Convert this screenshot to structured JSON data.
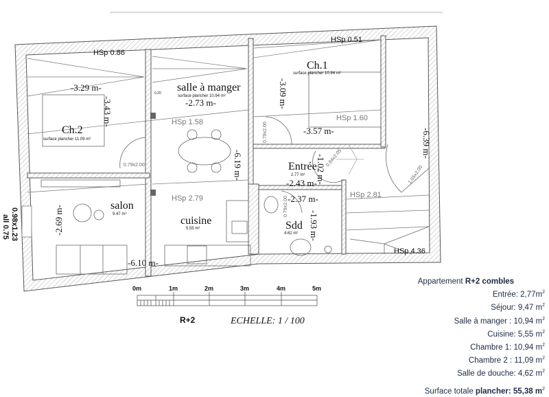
{
  "plan": {
    "rooms": {
      "ch2": {
        "name": "Ch.2",
        "surface": "surface plancher 11.09 m²"
      },
      "salle": {
        "name": "salle à manger",
        "surface": "surface plancher 10.94 m²"
      },
      "ch1": {
        "name": "Ch.1",
        "surface": "surface plancher 10.94 m²"
      },
      "entree": {
        "name": "Entrée",
        "surface": "2.77 m²"
      },
      "salon": {
        "name": "salon",
        "surface": "9.47 m²"
      },
      "cuisine": {
        "name": "cuisine",
        "surface": "5.55 m²"
      },
      "sdd": {
        "name": "Sdd",
        "surface": "4.62 m²"
      }
    },
    "hsp": [
      "HSp 0.86",
      "HSp 0.51",
      "HSp 1.58",
      "HSp 1.60",
      "HSp 2.79",
      "HSp 2.81",
      "HSp 4.36"
    ],
    "dimensions": [
      "-3.29 m-",
      "-3.43 m-",
      "-2.73 m-",
      "-3.09 m-",
      "-3.57 m-",
      "-6.19 m-",
      "-6.39 m-",
      "-1.02 m-",
      "-2.43 m-",
      "-2.37 m-",
      "-1.93 m-",
      "-2.69 m-",
      "-6.10 m-"
    ],
    "doors": [
      "0.79x2.00",
      "0.79x2.00",
      "0.84x2.05",
      "0.79x2.00",
      "1.65x2.00"
    ],
    "window_left": [
      "0.98x1.23",
      "all 0.75"
    ],
    "small_label": "0.20",
    "level": "R+2",
    "scale": "ECHELLE: 1 / 100",
    "scale_ticks": [
      "0m",
      "1m",
      "2m",
      "3m",
      "4m",
      "5m"
    ]
  },
  "summary": {
    "title_prefix": "Appartement ",
    "title_bold": "R+2 combles",
    "items": [
      {
        "label": "Entrée: 2,77m",
        "sup": "2"
      },
      {
        "label": "Séjour: 9,47 m",
        "sup": "2"
      },
      {
        "label": "Salle à manger : 10,94 m",
        "sup": "2"
      },
      {
        "label": "Cuisine: 5,55 m",
        "sup": "2"
      },
      {
        "label": "Chambre 1: 10,94 m",
        "sup": "2"
      },
      {
        "label": "Chambre 2 : 11,09 m",
        "sup": "2"
      },
      {
        "label": "Salle de douche: 4,62 m",
        "sup": "2"
      }
    ],
    "total_prefix": "Surface totale ",
    "total_bold": "plancher",
    "total_value": ": 55,38 m",
    "total_sup": "2"
  },
  "colors": {
    "text_summary": "#1c2a44",
    "wall_hatch": "#888888",
    "hsp_grey": "#777777"
  }
}
